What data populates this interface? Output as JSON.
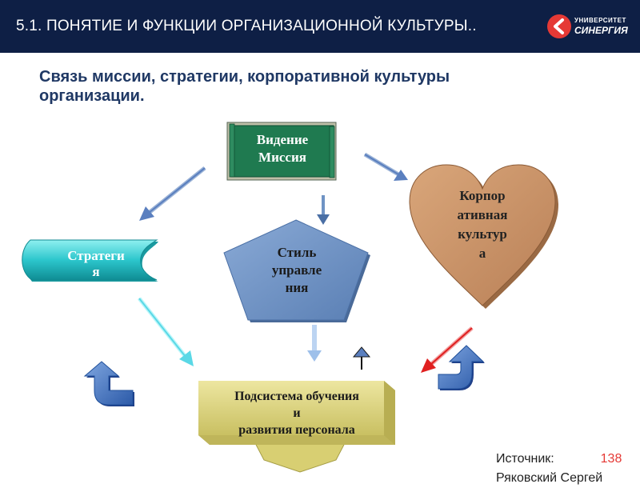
{
  "header": {
    "title": "5.1. ПОНЯТИЕ И ФУНКЦИИ ОРГАНИЗАЦИОННОЙ КУЛЬТУРЫ..",
    "logo_line1": "УНИВЕРСИТЕТ",
    "logo_line2": "СИНЕРГИЯ"
  },
  "subtitle": {
    "line1": "Связь миссии, стратегии, корпоративной культуры",
    "line2": "организации."
  },
  "nodes": {
    "vision": {
      "line1": "Видение",
      "line2": "Миссия"
    },
    "culture": {
      "line1": "Корпор",
      "line2": "ативная",
      "line3": "культур",
      "line4": "а"
    },
    "strategy": {
      "line1": "Стратеги",
      "line2": "я"
    },
    "style": {
      "line1": "Стиль",
      "line2": "управле",
      "line3": "ния"
    },
    "training": {
      "line1": "Подсистема обучения",
      "line2": "и",
      "line3": "развития персонала"
    }
  },
  "footer": {
    "source_line1": "Источник:",
    "source_line2": "Ряковский Сергей",
    "page_number": "138"
  },
  "colors": {
    "header_bg": "#0e1f45",
    "subtitle_text": "#1f3864",
    "vision_fill": "#1f7a50",
    "culture_fill": "#c8956a",
    "strategy_fill": "#3cc7cc",
    "style_fill": "#6f93c4",
    "training_fill": "#d9d27a",
    "logo_red": "#e53935"
  }
}
